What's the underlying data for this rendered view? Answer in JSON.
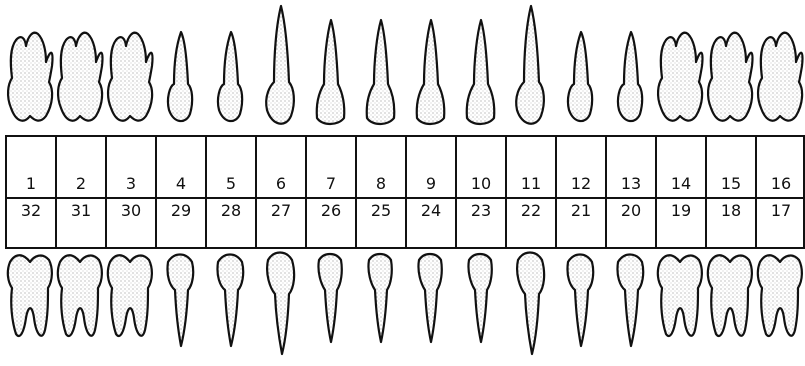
{
  "teeth": {
    "upper": [
      {
        "number": "1",
        "type": "molar"
      },
      {
        "number": "2",
        "type": "molar"
      },
      {
        "number": "3",
        "type": "molar"
      },
      {
        "number": "4",
        "type": "premolar"
      },
      {
        "number": "5",
        "type": "premolar"
      },
      {
        "number": "6",
        "type": "canine"
      },
      {
        "number": "7",
        "type": "incisor"
      },
      {
        "number": "8",
        "type": "incisor"
      },
      {
        "number": "9",
        "type": "incisor"
      },
      {
        "number": "10",
        "type": "incisor"
      },
      {
        "number": "11",
        "type": "canine"
      },
      {
        "number": "12",
        "type": "premolar"
      },
      {
        "number": "13",
        "type": "premolar"
      },
      {
        "number": "14",
        "type": "molar"
      },
      {
        "number": "15",
        "type": "molar"
      },
      {
        "number": "16",
        "type": "molar"
      }
    ],
    "lower": [
      {
        "number": "32",
        "type": "molar"
      },
      {
        "number": "31",
        "type": "molar"
      },
      {
        "number": "30",
        "type": "molar"
      },
      {
        "number": "29",
        "type": "premolar"
      },
      {
        "number": "28",
        "type": "premolar"
      },
      {
        "number": "27",
        "type": "canine"
      },
      {
        "number": "26",
        "type": "incisor"
      },
      {
        "number": "25",
        "type": "incisor"
      },
      {
        "number": "24",
        "type": "incisor"
      },
      {
        "number": "23",
        "type": "incisor"
      },
      {
        "number": "22",
        "type": "canine"
      },
      {
        "number": "21",
        "type": "premolar"
      },
      {
        "number": "20",
        "type": "premolar"
      },
      {
        "number": "19",
        "type": "molar"
      },
      {
        "number": "18",
        "type": "molar"
      },
      {
        "number": "17",
        "type": "molar"
      }
    ]
  },
  "colors": {
    "outline": "#111111",
    "background": "#ffffff",
    "stipple": "#9a9a9a"
  }
}
